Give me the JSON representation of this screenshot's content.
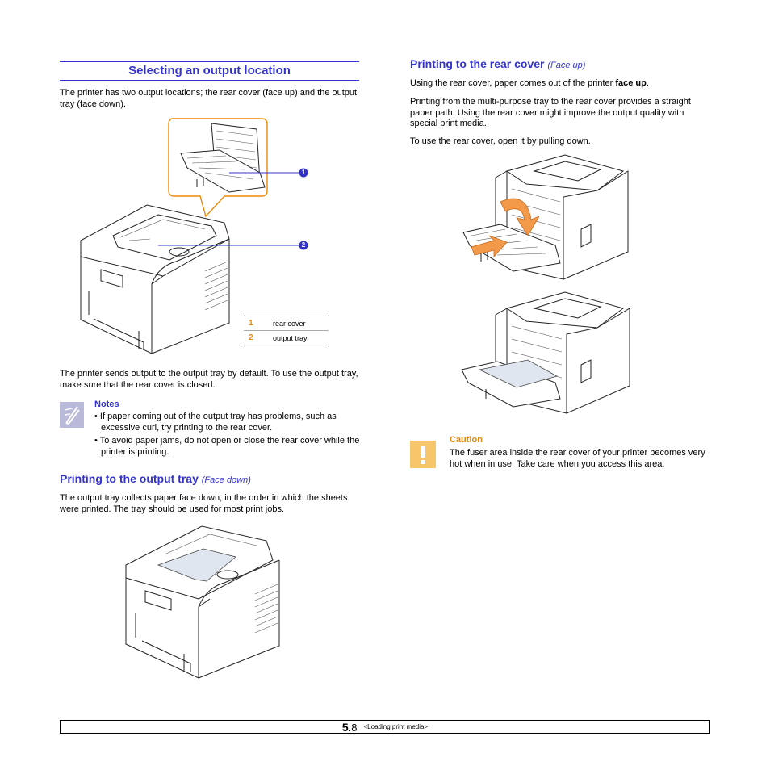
{
  "left": {
    "section_title": "Selecting an output location",
    "intro": "The printer has two output locations; the rear cover (face up) and the output tray (face down).",
    "callout_1": "1",
    "callout_2": "2",
    "legend": [
      {
        "num": "1",
        "label": "rear cover"
      },
      {
        "num": "2",
        "label": "output tray"
      }
    ],
    "default_text": "The printer sends output to the output tray by default. To use the output tray, make sure that the rear cover is closed.",
    "notes": {
      "title": "Notes",
      "items": [
        "• If paper coming out of the output tray has problems, such as excessive curl, try printing to the rear cover.",
        "• To avoid paper jams, do not open or close the rear cover while the printer is printing."
      ]
    },
    "output_tray": {
      "title": "Printing to the output tray",
      "subtitle": "(Face down)",
      "text": "The output tray collects paper face down, in the order in which the sheets were printed. The tray should be used for most print jobs."
    }
  },
  "right": {
    "title": "Printing to the rear cover",
    "subtitle": "(Face up)",
    "para1_prefix": "Using the rear cover, paper comes out of the printer ",
    "para1_bold": "face up",
    "para1_suffix": ".",
    "para2": "Printing from the multi-purpose tray to the rear cover provides a straight paper path. Using the rear cover might improve the output quality with special print media.",
    "para3": "To use the rear cover, open it by pulling down.",
    "caution": {
      "title": "Caution",
      "text": "The fuser area inside the rear cover of your printer becomes very hot when in use. Take care when you access this area."
    }
  },
  "footer": {
    "page_major": "5",
    "page_minor": ".8",
    "chapter": "<Loading print media>"
  },
  "colors": {
    "heading_blue": "#3333cc",
    "accent_orange": "#e8890c",
    "callout_blue": "#3333cc"
  }
}
